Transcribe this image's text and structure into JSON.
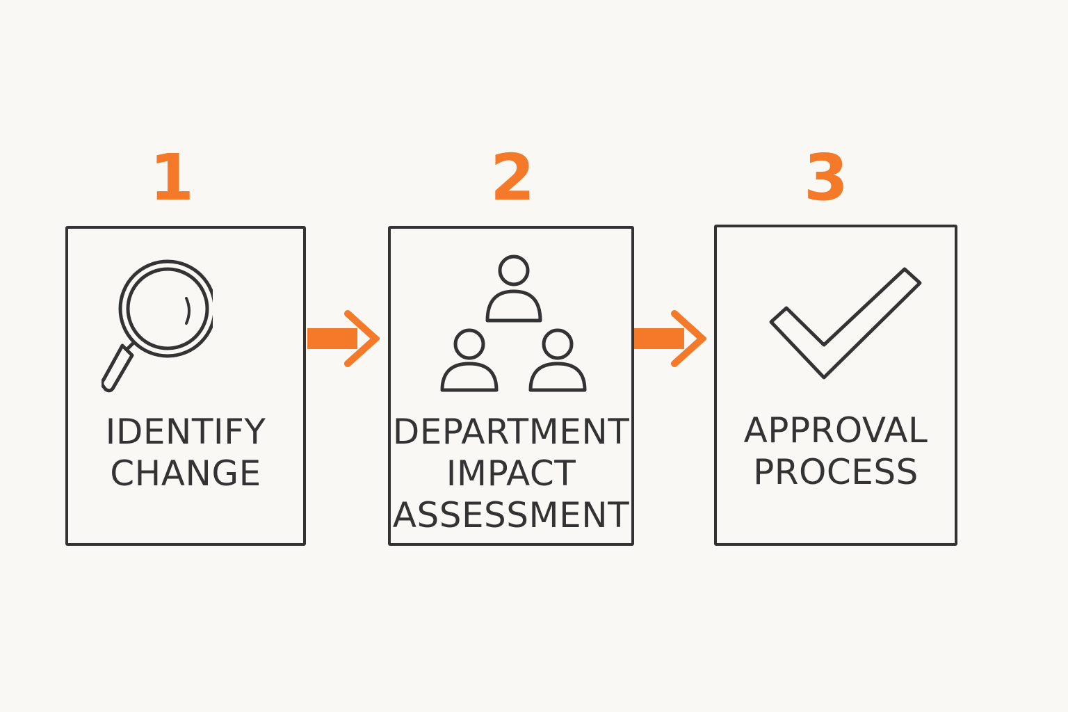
{
  "steps": [
    {
      "number": "1",
      "label_lines": [
        "IDENTIFY",
        "CHANGE"
      ],
      "icon": "magnifying-glass-icon"
    },
    {
      "number": "2",
      "label_lines": [
        "DEPARTMENT",
        "IMPACT",
        "ASSESSMENT"
      ],
      "icon": "people-group-icon"
    },
    {
      "number": "3",
      "label_lines": [
        "APPROVAL",
        "PROCESS"
      ],
      "icon": "checkmark-icon"
    }
  ],
  "colors": {
    "accent": "#f47a2a",
    "ink": "#333333",
    "background": "#f9f8f4"
  }
}
